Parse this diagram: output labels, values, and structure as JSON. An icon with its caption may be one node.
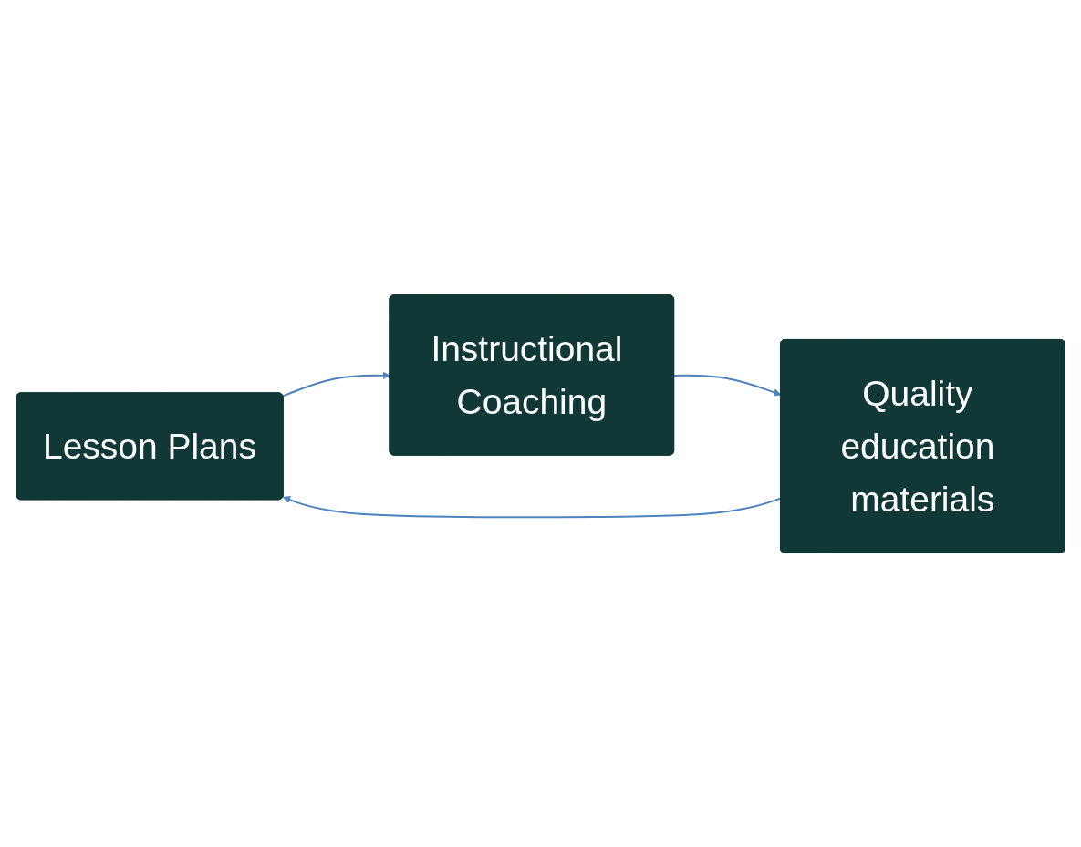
{
  "diagram": {
    "nodes": [
      {
        "text": [
          "Lesson Plans"
        ]
      },
      {
        "text": [
          "Instructional Coaching"
        ]
      },
      {
        "text": [
          "Quality education materials"
        ]
      }
    ],
    "edges": [
      {
        "from": 0,
        "to": 1,
        "arrow": "to"
      },
      {
        "from": 1,
        "to": 2,
        "arrow": "to"
      },
      {
        "from": 2,
        "to": 0,
        "arrow": "to"
      }
    ]
  }
}
